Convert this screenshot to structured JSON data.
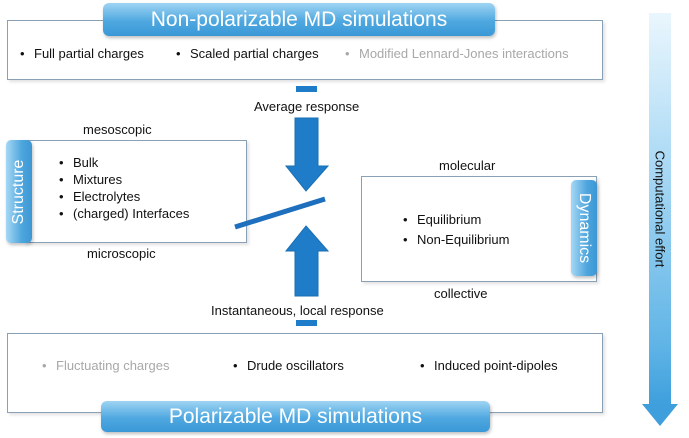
{
  "top": {
    "title": "Non-polarizable MD simulations",
    "items": [
      {
        "label": "Full partial charges",
        "faded": false
      },
      {
        "label": "Scaled partial charges",
        "faded": false
      },
      {
        "label": "Modified Lennard-Jones interactions",
        "faded": true
      }
    ]
  },
  "middle": {
    "average_response": "Average response",
    "instantaneous_response": "Instantaneous, local response"
  },
  "structure": {
    "title": "Structure",
    "above_label": "mesoscopic",
    "below_label": "microscopic",
    "items": [
      "Bulk",
      "Mixtures",
      "Electrolytes",
      "(charged) Interfaces"
    ]
  },
  "dynamics": {
    "title": "Dynamics",
    "above_label": "molecular",
    "below_label": "collective",
    "items": [
      "Equilibrium",
      "Non-Equilibrium"
    ]
  },
  "bottom": {
    "title": "Polarizable MD simulations",
    "items": [
      {
        "label": "Fluctuating charges",
        "faded": true
      },
      {
        "label": "Drude oscillators",
        "faded": false
      },
      {
        "label": "Induced point-dipoles",
        "faded": false
      }
    ]
  },
  "side": {
    "label": "Computational effort"
  },
  "colors": {
    "accent_blue": "#3a98d6",
    "arrow_blue": "#1e7cc8",
    "faded_text": "#a8a8a8"
  }
}
